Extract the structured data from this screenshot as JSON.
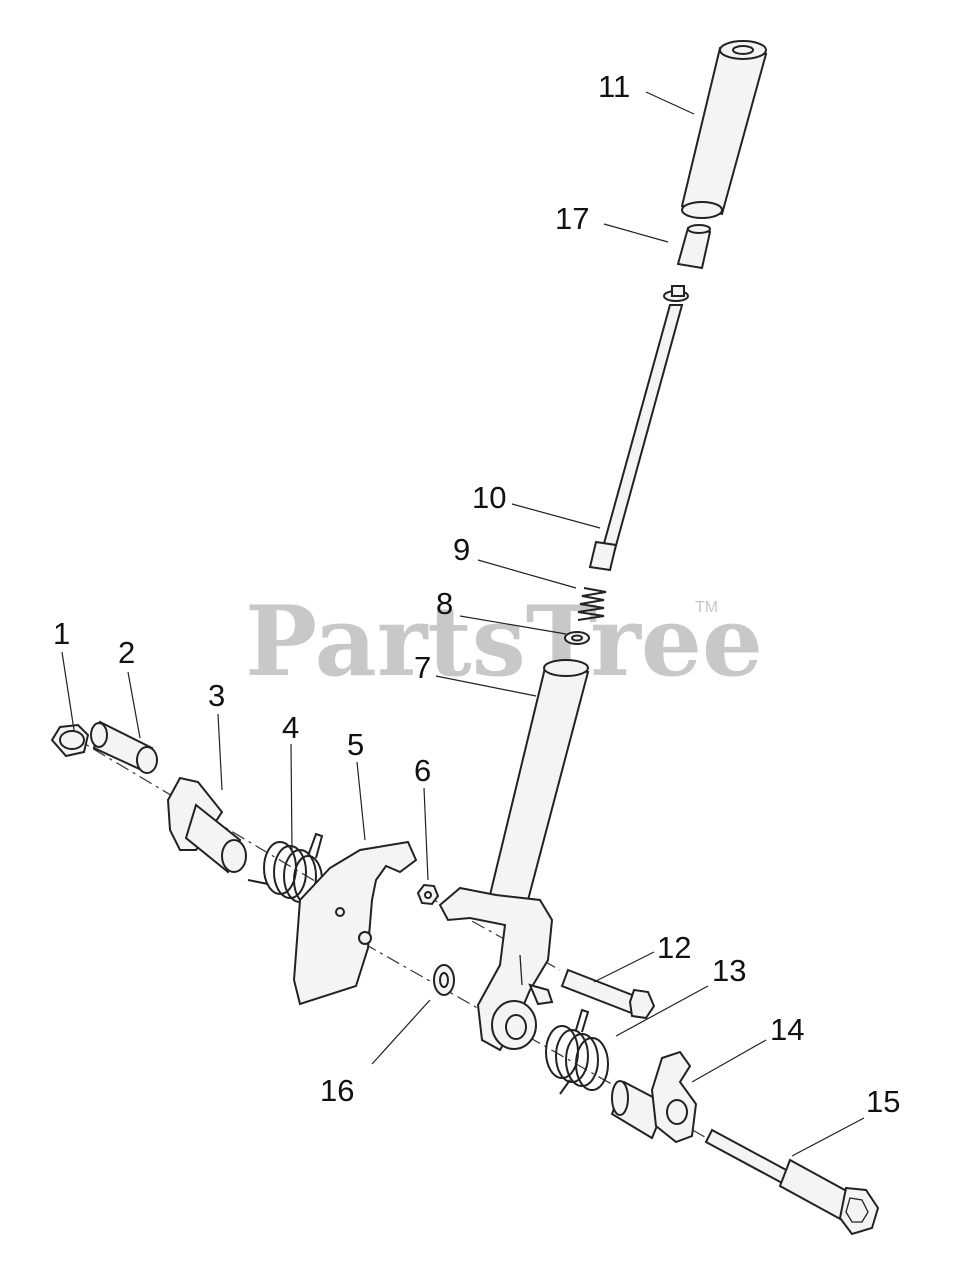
{
  "watermark": {
    "text": "PartsTree",
    "trademark": "TM"
  },
  "callouts": [
    {
      "id": "1",
      "label": "1"
    },
    {
      "id": "2",
      "label": "2"
    },
    {
      "id": "3",
      "label": "3"
    },
    {
      "id": "4",
      "label": "4"
    },
    {
      "id": "5",
      "label": "5"
    },
    {
      "id": "6",
      "label": "6"
    },
    {
      "id": "7",
      "label": "7"
    },
    {
      "id": "8",
      "label": "8"
    },
    {
      "id": "9",
      "label": "9"
    },
    {
      "id": "10",
      "label": "10"
    },
    {
      "id": "11",
      "label": "11"
    },
    {
      "id": "12",
      "label": "12"
    },
    {
      "id": "13",
      "label": "13"
    },
    {
      "id": "14",
      "label": "14"
    },
    {
      "id": "15",
      "label": "15"
    },
    {
      "id": "16",
      "label": "16"
    },
    {
      "id": "17",
      "label": "17"
    }
  ]
}
